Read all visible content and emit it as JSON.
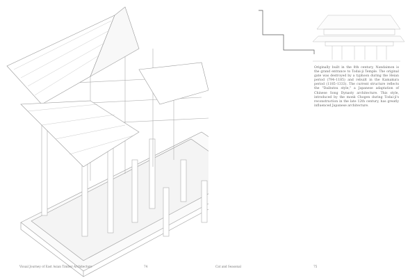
{
  "left_page": {
    "footer_title": "Visual Journey of East Asian Timber Architecture",
    "page_number": "74"
  },
  "right_page": {
    "caption": "Originally built in the 8th century, Nandaimon is the grand entrance to Todai-ji Temple. The original gate was destroyed by a typhoon during the Heian period (794–1185) and rebuilt in the Kamakura period (1185–1333). The current structure reflects the \"Daibutsu style,\" a Japanese adaptation of Chinese Song Dynasty architecture. This style, introduced by the monk Chogen during Todai-ji's reconstruction in the late 12th century, has greatly influenced Japanese architecture.",
    "footer_section": "Cat and Seasonal",
    "page_number": "75"
  }
}
